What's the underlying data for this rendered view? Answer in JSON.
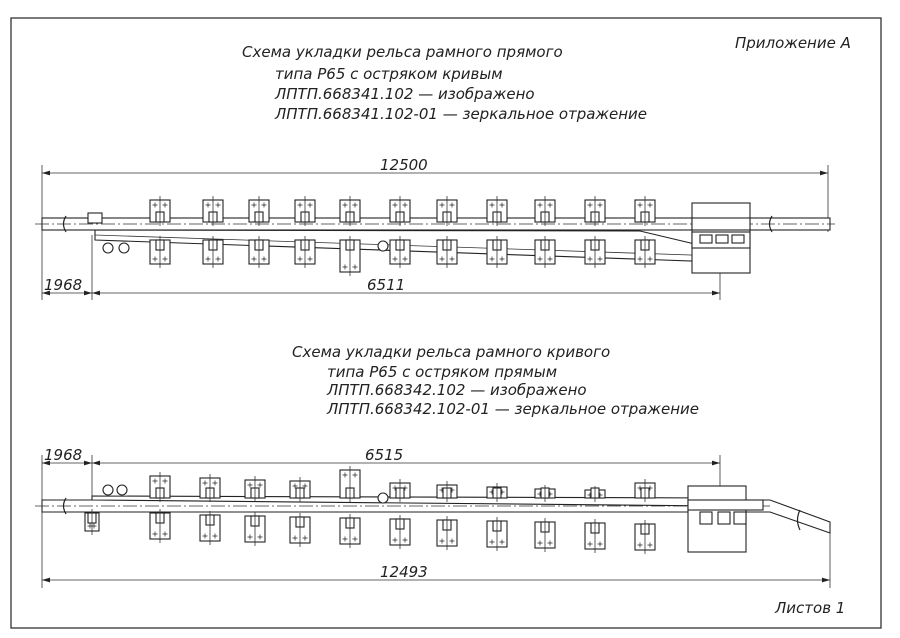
{
  "appendix_label": "Приложение А",
  "sheets_label": "Листов 1",
  "scheme1": {
    "title_lines": [
      "Схема укладки рельса рамного прямого",
      "типа Р65 с остряком кривым",
      "ЛПТП.668341.102 — изображено",
      "ЛПТП.668341.102-01 — зеркальное отражение"
    ],
    "dim_total": "12500",
    "dim_offset": "1968",
    "dim_point": "6511"
  },
  "scheme2": {
    "title_lines": [
      "Схема укладки рельса рамного кривого",
      "типа Р65 с остряком прямым",
      "ЛПТП.668342.102 — изображено",
      "ЛПТП.668342.102-01 — зеркальное отражение"
    ],
    "dim_total": "12493",
    "dim_offset": "1968",
    "dim_point": "6515"
  }
}
